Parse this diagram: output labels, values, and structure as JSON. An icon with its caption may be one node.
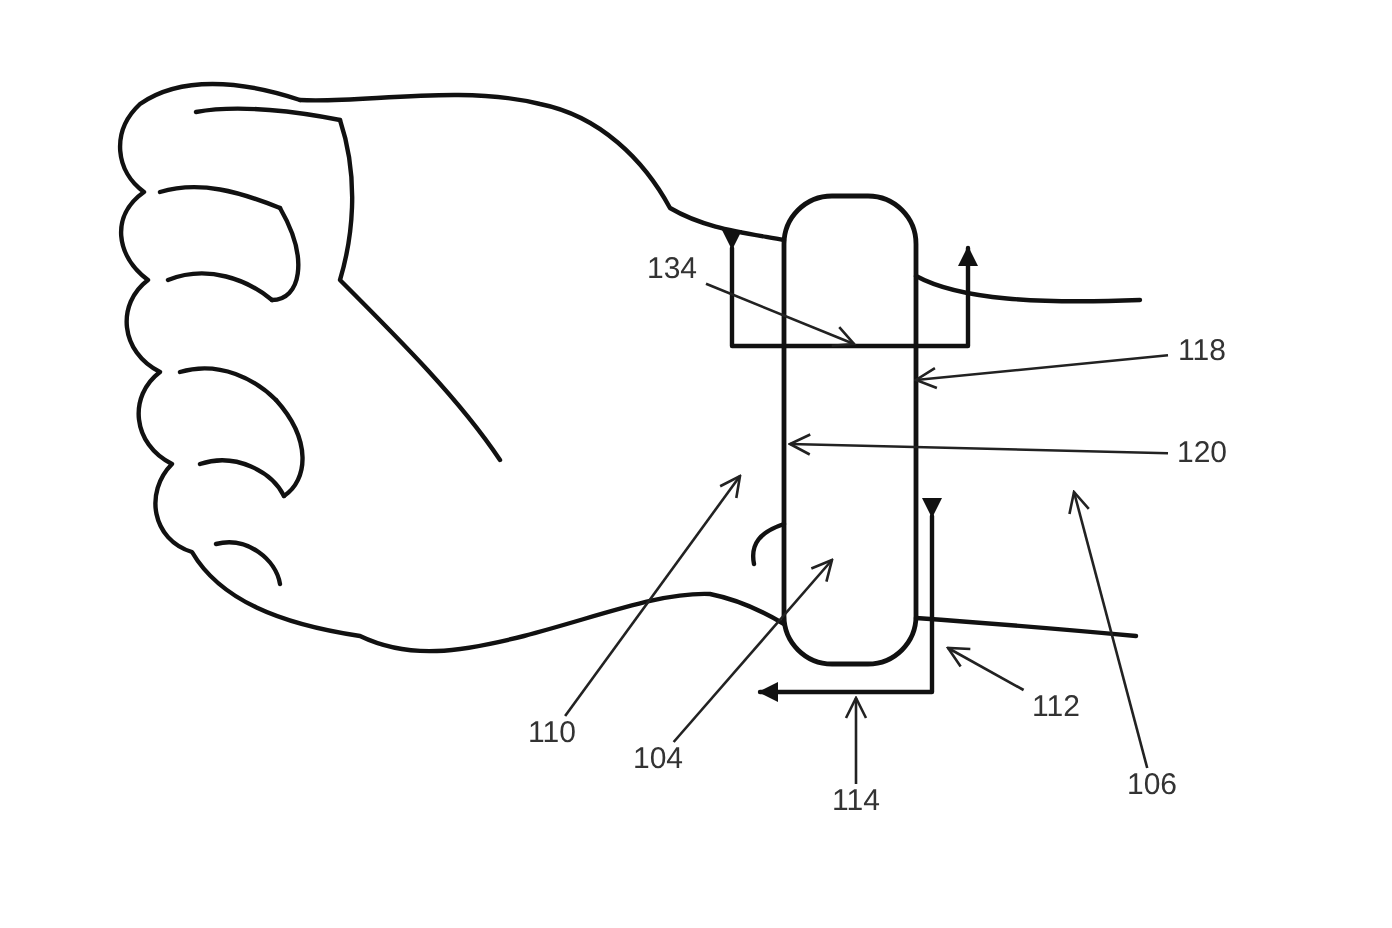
{
  "diagram": {
    "nodes": [
      {
        "text": [
          "134"
        ]
      },
      {
        "text": [
          "118"
        ]
      },
      {
        "text": [
          "120"
        ]
      },
      {
        "text": [
          "112"
        ]
      },
      {
        "text": [
          "110"
        ]
      },
      {
        "text": [
          "104"
        ]
      },
      {
        "text": [
          "106"
        ]
      },
      {
        "text": [
          "114"
        ]
      },
      {
        "text": [],
        "shape": "box"
      }
    ],
    "edges": [
      {
        "from": 0,
        "to": 8,
        "arrow": "to"
      },
      {
        "from": 1,
        "to": 8,
        "arrow": "to"
      },
      {
        "from": 2,
        "to": 8,
        "arrow": "to"
      },
      {
        "from": 3,
        "to": 8,
        "arrow": "to"
      },
      {
        "from": 4,
        "to": 8,
        "arrow": "to"
      },
      {
        "from": 5,
        "to": 8,
        "arrow": "to"
      },
      {
        "from": 6,
        "to": null,
        "arrow": "to"
      },
      {
        "from": 7,
        "to": 8,
        "arrow": "to"
      }
    ]
  }
}
